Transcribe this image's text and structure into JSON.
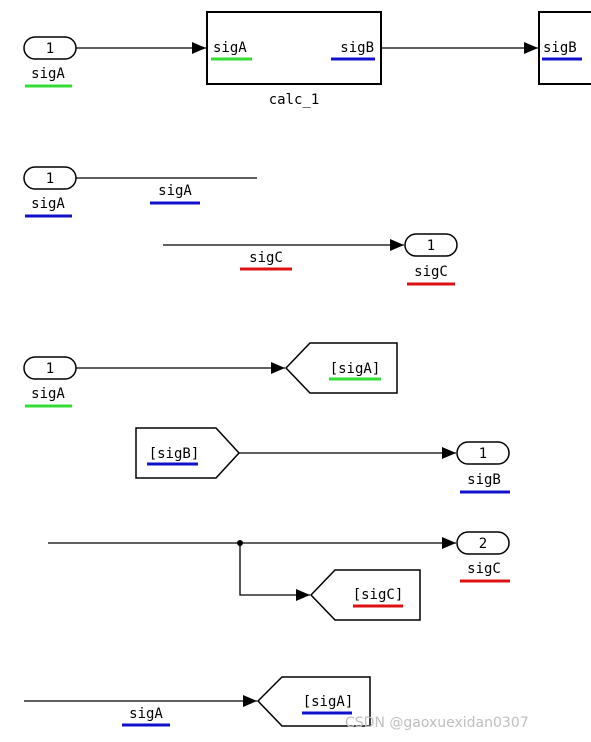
{
  "colors": {
    "green": "#33dd33",
    "blue": "#1111cc",
    "red": "#dd1111",
    "line": "#000000"
  },
  "diagram": {
    "r1": {
      "inport_num": "1",
      "inport_sig": "sigA",
      "subsys_in": "sigA",
      "subsys_out": "sigB",
      "subsys_name": "calc_1",
      "dst_in": "sigB"
    },
    "r2": {
      "inport_num": "1",
      "inport_sig": "sigA",
      "line_sig": "sigA"
    },
    "r3": {
      "line_sig": "sigC",
      "outport_num": "1",
      "outport_sig": "sigC"
    },
    "r4": {
      "inport_num": "1",
      "inport_sig": "sigA",
      "goto_tag": "[sigA]"
    },
    "r5": {
      "from_tag": "[sigB]",
      "outport_num": "1",
      "outport_sig": "sigB"
    },
    "r6": {
      "outport_num": "2",
      "outport_sig": "sigC",
      "goto_tag": "[sigC]"
    },
    "r7": {
      "line_sig": "sigA",
      "goto_tag": "[sigA]"
    }
  },
  "watermark": "CSDN @gaoxuexidan0307"
}
